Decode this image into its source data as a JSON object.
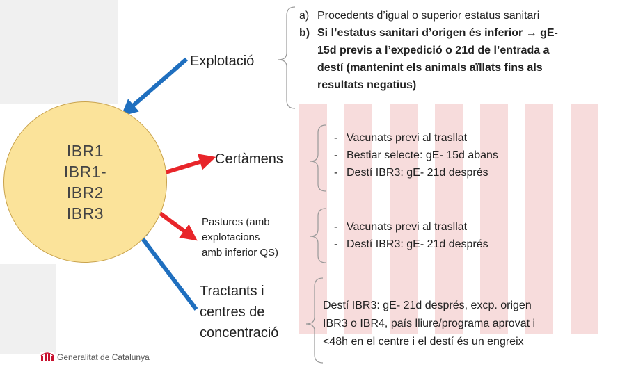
{
  "center": {
    "lines": [
      "IBR1",
      "IBR1-",
      "IBR2",
      "IBR3"
    ]
  },
  "nodes": {
    "explotacio": {
      "label": "Explotació",
      "items": [
        {
          "marker": "a)",
          "text": "Procedents d’igual o superior estatus sanitari"
        },
        {
          "marker": "b)",
          "text": "Si l’estatus sanitari d’origen és inferior → gE-15d previs a l’expedició o 21d de l’entrada a destí (mantenint els animals aïllats fins als resultats negatius)"
        }
      ],
      "item_b_lines": [
        "Si l’estatus sanitari d’origen és inferior → gE-",
        "15d previs a l’expedició o 21d de l’entrada a",
        "destí (mantenint els animals aïllats fins als",
        "resultats negatius)"
      ]
    },
    "certamens": {
      "label": "Certàmens",
      "items": [
        "Vacunats previ al trasllat",
        "Bestiar selecte: gE- 15d abans",
        "Destí IBR3: gE- 21d després"
      ]
    },
    "pastures": {
      "label_lines": [
        "Pastures (amb",
        "explotacions",
        "amb inferior QS)"
      ],
      "items": [
        "Vacunats previ al trasllat",
        "Destí IBR3: gE- 21d després"
      ]
    },
    "tractants": {
      "label_lines": [
        "Tractants i",
        "centres de",
        "concentració"
      ],
      "text_lines": [
        "Destí IBR3: gE- 21d després, excp. origen",
        "IBR3 o IBR4, país lliure/programa aprovat i",
        "<48h en el centre i el destí és un engreix"
      ]
    }
  },
  "bullet_marker": "-",
  "footer": {
    "org": "Generalitat de Catalunya"
  },
  "colors": {
    "arrow_in": "#1f6fbf",
    "arrow_out": "#e8252a",
    "circle_fill": "#fbe39a",
    "watermark": "#f6dada"
  }
}
